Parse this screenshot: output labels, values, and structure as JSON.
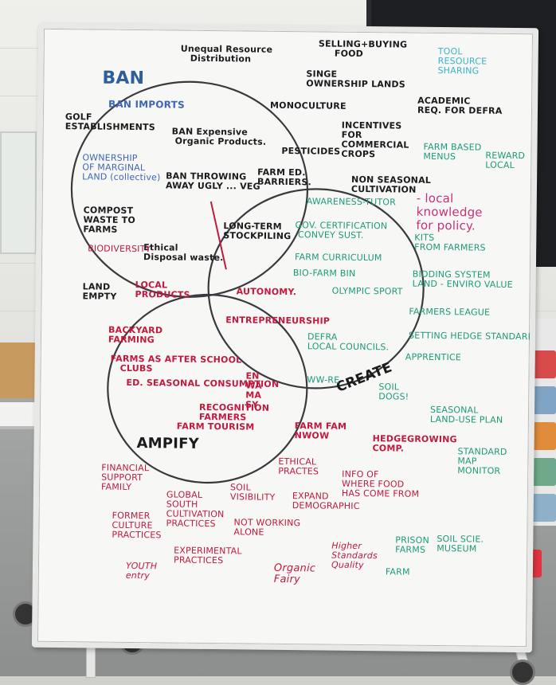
{
  "colors": {
    "black_marker": "#1b1b1e",
    "red_marker": "#c01a3e",
    "green_marker": "#1d9a79",
    "blue_marker": "#3f66b5",
    "cyan_marker": "#3bb3c9",
    "magenta_marker": "#c8317a"
  },
  "board": {
    "headings": {
      "ban": "BAN",
      "create": "CREATE",
      "amplify": "AMPIFY"
    },
    "black_notes": [
      "Unequal Resource\n   Distribution",
      "SELLING+BUYING\n     FOOD",
      "SINGE\nOWNERSHIP LANDS",
      "ACADEMIC\nREQ. FOR DEFRA",
      "GOLF\nESTABLISHMENTS",
      "MONOCULTURE",
      "BAN Expensive\n Organic Products.",
      "INCENTIVES\nFOR\nCOMMERCIAL\nCROPS",
      "PESTICIDES",
      "FARM ED.\nBARRIERS.",
      "BAN THROWING\nAWAY UGLY ... VEG",
      "NON SEASONAL\nCULTIVATION",
      "COMPOST\nWASTE TO\nFARMS",
      "LONG-TERM\nSTOCKPILING",
      "Ethical\nDisposal waste.",
      "LAND\nEMPTY"
    ],
    "blue_notes": [
      "BAN IMPORTS",
      "OWNERSHIP\nOF MARGINAL\nLAND (collective)"
    ],
    "cyan_notes": [
      "TOOL\nRESOURCE\nSHARING"
    ],
    "green_notes": [
      "FARM BASED\nMENUS",
      "REWARD\nLOCAL",
      "AWARENESS-TUTOR",
      "GOV. CERTIFICATION\n CONVEY SUST.",
      "KITS\nFROM FARMERS",
      "FARM CURRICULUM",
      "BIO-FARM BIN",
      "OLYMPIC SPORT",
      "BIDDING SYSTEM\nLAND - ENVIRO VALUE",
      "FARMERS LEAGUE",
      "DEFRA\nLOCAL COUNCILS.",
      "SETTING HEDGE STANDARDS",
      "APPRENTICE",
      "WW-RE",
      "SOIL\nDOGS!",
      "SEASONAL\nLAND-USE PLAN",
      "STANDARD\nMAP\nMONITOR",
      "FARM",
      "PRISON\nFARMS",
      "SOIL SCIE.\nMUSEUM"
    ],
    "magenta_notes": [
      "- local\nknowledge\nfor policy."
    ],
    "red_notes": [
      "BIODIVERSITY",
      "LOCAL\nPRODUCTS",
      "AUTONOMY.",
      "ENTREPRENEURSHIP",
      "BACKYARD\nFARMING",
      "FARMS AS AFTER SCHOOL\n   CLUBS",
      "ED. SEASONAL CONSUMPTION",
      "EN\nWA\nMA\nSY",
      "RECOGNITION\nFARMERS",
      "FARM TOURISM",
      "FARM FAM\nNWOW",
      "HEDGEGROWING\nCOMP.",
      "FINANCIAL\nSUPPORT\nFAMILY",
      "ETHICAL\nPRACTES",
      "INFO OF\nWHERE FOOD\nHAS COME FROM",
      "GLOBAL\nSOUTH\nCULTIVATION\nPRACTICES",
      "SOIL\nVISIBILITY",
      "EXPAND\nDEMOGRAPHIC",
      "NOT WORKING\nALONE",
      "FORMER\nCULTURE\nPRACTICES",
      "EXPERIMENTAL\nPRACTICES",
      "Higher\nStandards\nQuality",
      "Organic\nFairy",
      "YOUTH\nentry"
    ]
  }
}
